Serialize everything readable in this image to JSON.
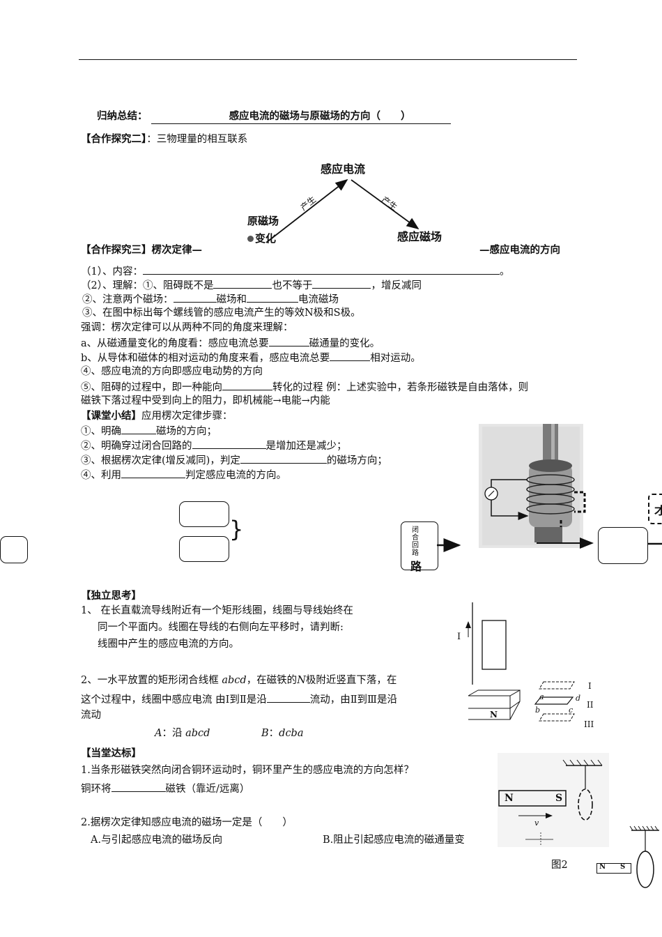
{
  "summary": {
    "label": "归纳总结：",
    "statement": "感应电流的磁场与原磁场的方向（　　）"
  },
  "coop2": {
    "title": "【合作探究二】",
    "text": "：三物理量的相互联系",
    "diagram": {
      "top": "感应电流",
      "left_line1": "原磁场",
      "left_line2": "变化",
      "right": "感应磁场",
      "arrow_left": "产生",
      "arrow_right": "产生"
    }
  },
  "coop3": {
    "title": "【合作探究三】楞次定律—",
    "title_right": "—感应电流的方向",
    "lines": {
      "content_label": "（1）、内容：",
      "content_end": "。",
      "understand_a": "（2）、理解：①、阻碍既不是",
      "understand_b": "也不等于",
      "understand_c": "，增反减同",
      "note_a": "②、注意两个磁场：",
      "note_b": "磁场和",
      "note_c": "电流磁场",
      "mark": "③、在图中标出每个螺线管的感应电流产生的等效N极和S极。",
      "emph": "强调：楞次定律可以从两种不同的角度来理解：",
      "a_a": "a、从磁通量变化的角度看：感应电流总要",
      "a_b": "磁通量的变化。",
      "b_a": "b、从导体和磁体的相对运动的角度来看，感应电流总要",
      "b_b": "相对运动。",
      "four": "④、感应电流的方向即感应电动势的方向",
      "five_a": "⑤、阻碍的过程中，即一种能向",
      "five_b": "转化的过程  例：上述实验中，若条形磁铁是自由落体，则",
      "five_c": "磁铁下落过程中受到向上的阻力，即机械能→电能→内能"
    }
  },
  "class_summary": {
    "title": "【课堂小结】",
    "text": "应用楞次定律步骤：",
    "s1_a": "①、明确",
    "s1_b": "磁场的方向；",
    "s2_a": "②、明确穿过闭合回路的",
    "s2_b": "是增加还是减少；",
    "s3_a": "③、根据楞次定律(增反减同)，判定",
    "s3_b": "的磁场方向；",
    "s4_a": "④、利用",
    "s4_b": "判定感应电流的方向。"
  },
  "flow": {
    "closed_loop_small": "闭合回路",
    "closed_loop_big": "路",
    "partial_right": "才"
  },
  "independent": {
    "title": "【独立思考】",
    "q1_l1": "1、 在长直载流导线附近有一个矩形线圈，线圈与导线始终在",
    "q1_l2": "同一个平面内。线圈在导线的右侧向左平移时，请判断:",
    "q1_l3": "线圈中产生的感应电流的方向。",
    "q1_fig_I": "I",
    "q2_l1_a": "2、一水平放置的矩形闭合线框 ",
    "q2_l1_it": "abcd",
    "q2_l1_b": "，在磁铁的",
    "q2_l1_N": "N",
    "q2_l1_c": "极附近竖直下落，在",
    "q2_l2_a": "这个过程中，线圈中感应电流  由Ⅰ到Ⅱ是沿",
    "q2_l2_b": "流动，由Ⅱ到Ⅲ是沿",
    "q2_l3": "流动",
    "optA_label": "A",
    "optA_text": "：沿 ",
    "optA_it": "abcd",
    "optB_label": "B",
    "optB_text": "：",
    "optB_it": "dcba",
    "fig": {
      "N": "N",
      "I": "I",
      "II": "II",
      "III": "III",
      "a1": "a",
      "d1": "d",
      "b1": "b",
      "c1": "c"
    }
  },
  "standard": {
    "title": "【当堂达标】",
    "q1_l1": "1.当条形磁铁突然向闭合铜环运动时，铜环里产生的感应电流的方向怎样？",
    "q1_l2_a": "铜环将",
    "q1_l2_b": "磁铁（靠近/远离）",
    "q2_l1": "2.据楞次定律知感应电流的磁场一定是（　　）",
    "q2_A": "A.与引起感应电流的磁场反向",
    "q2_B": "B.阻止引起感应电流的磁通量变",
    "fig_caption": "图2",
    "magnet_N": "N",
    "magnet_S": "S",
    "v": "v",
    "small_N": "N",
    "small_S": "S"
  }
}
